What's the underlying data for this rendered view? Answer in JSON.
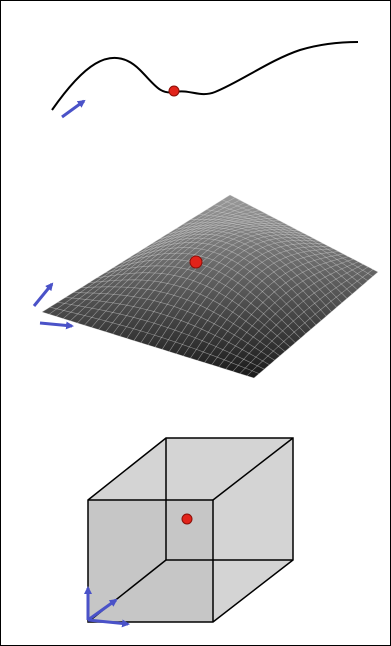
{
  "figure": {
    "panels": [
      {
        "kind": "curve",
        "dimension": 1,
        "icon": "curve-icon",
        "arrows": 1
      },
      {
        "kind": "surface",
        "dimension": 2,
        "icon": "surface-mesh-icon",
        "arrows": 2
      },
      {
        "kind": "volume",
        "dimension": 3,
        "icon": "cube-icon",
        "arrows": 3
      }
    ],
    "surface_grid": {
      "u_lines": 24,
      "v_lines": 30
    }
  },
  "colors": {
    "background": "#ffffff",
    "frame": "#000000",
    "curve": "#000000",
    "point": "#e2231a",
    "point_stroke": "#8a0f08",
    "arrow": "#4a52c8",
    "surface_light": "#9a9a9a",
    "surface_dark": "#1a1a1a",
    "mesh": "#d8d8d8",
    "cube_face": "#d4d4d4",
    "cube_face_front": "#c6c6c6",
    "cube_edge": "#000000"
  }
}
